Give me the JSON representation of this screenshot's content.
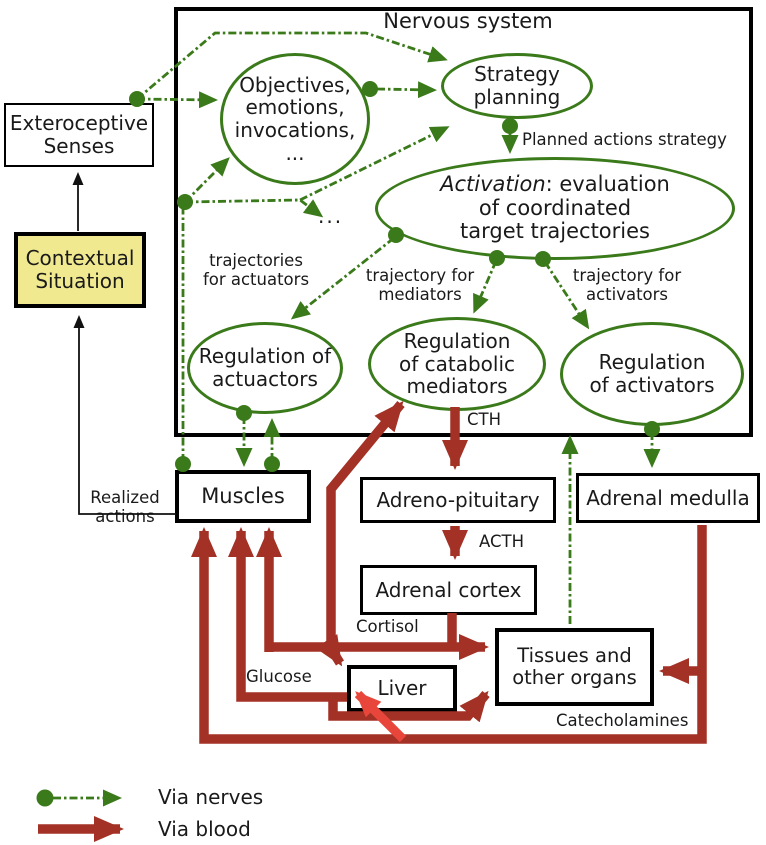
{
  "title": "Nervous system",
  "colors": {
    "nerve_green": "#3a7a1a",
    "blood_red": "#a33125",
    "bright_red": "#e8463a",
    "context_yellow": "#f0e990"
  },
  "ellipses": {
    "objectives": "Objectives,\nemotions,\ninvocations,\n...",
    "strategy": "Strategy\nplanning",
    "activation_italic": "Activation",
    "activation_rest": ": evaluation\nof coordinated\ntarget trajectories",
    "reg_actuators": "Regulation of\nactuactors",
    "reg_mediators": "Regulation\nof catabolic\nmediators",
    "reg_activators": "Regulation\nof activators"
  },
  "boxes": {
    "exteroceptive": "Exteroceptive\nSenses",
    "contextual": "Contextual\nSituation",
    "muscles": "Muscles",
    "adreno_pituitary": "Adreno-pituitary",
    "adrenal_medulla": "Adrenal medulla",
    "adrenal_cortex": "Adrenal cortex",
    "liver": "Liver",
    "tissues": "Tissues and\nother organs"
  },
  "labels": {
    "planned": "Planned actions strategy",
    "traj_actuators": "trajectories\nfor actuators",
    "traj_mediators": "trajectory for\nmediators",
    "traj_activators": "trajectory for\nactivators",
    "ellipsis": "...",
    "cth": "CTH",
    "acth": "ACTH",
    "cortisol": "Cortisol",
    "glucose": "Glucose",
    "catecholamines": "Catecholamines",
    "realized": "Realized\nactions"
  },
  "legend": {
    "nerves": "Via nerves",
    "blood": "Via blood"
  }
}
